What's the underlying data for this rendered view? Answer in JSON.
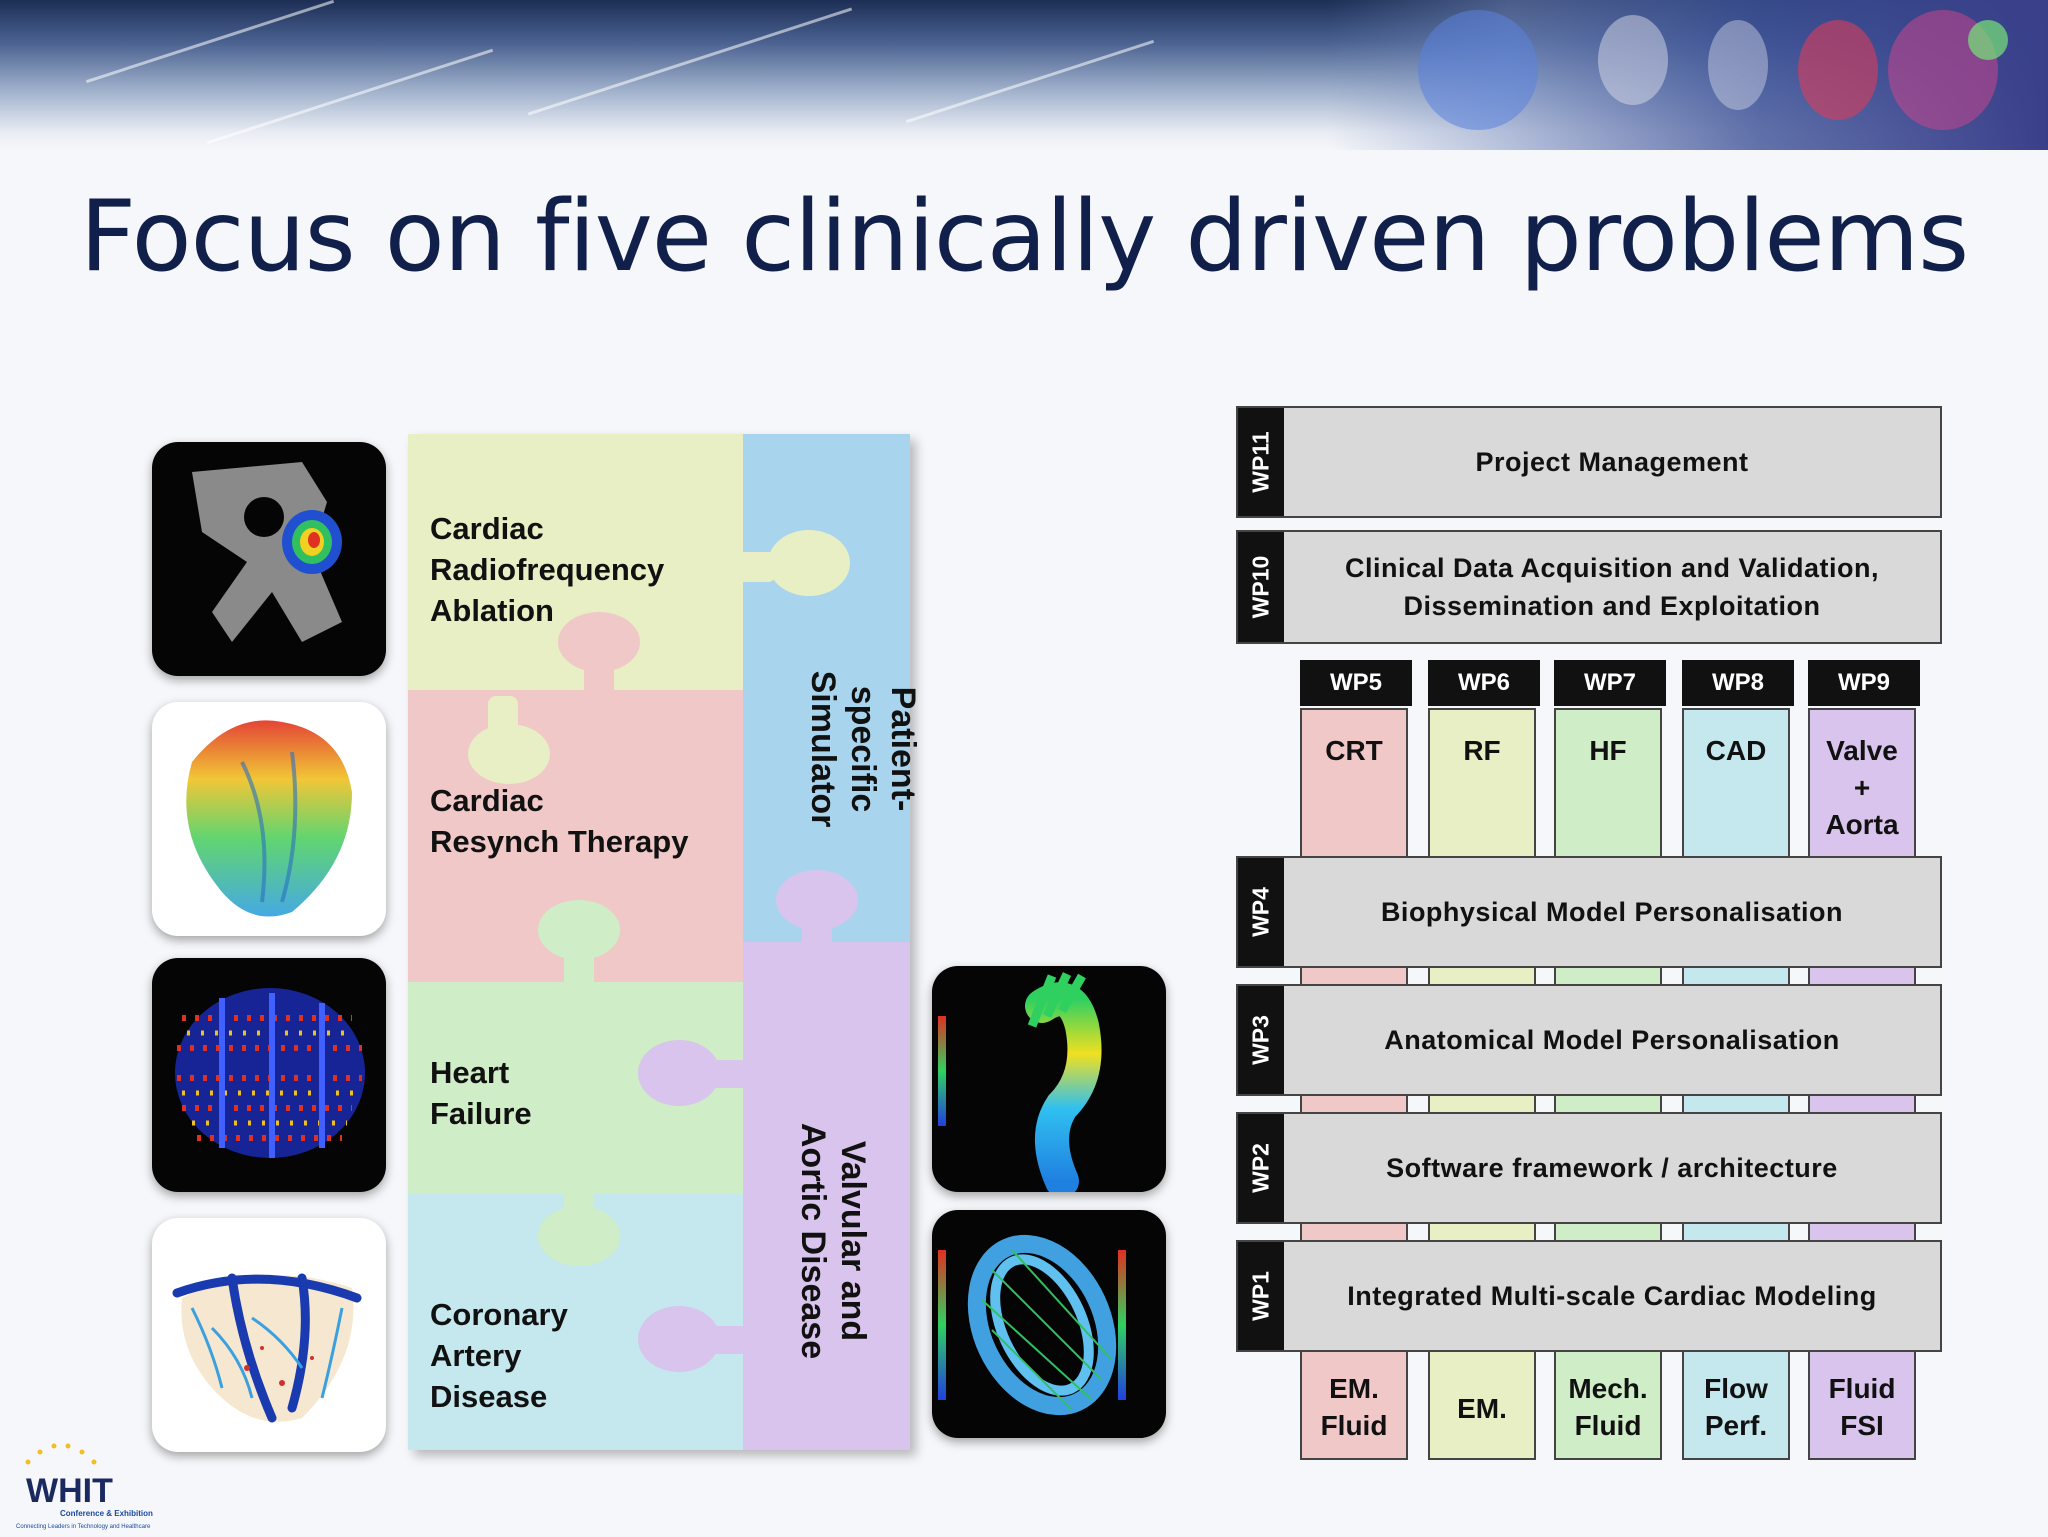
{
  "title": "Focus on five clinically driven problems",
  "colors": {
    "title": "#11204a",
    "yellow": "#e8efc4",
    "pink": "#f0c8c8",
    "green": "#cfedc6",
    "lightblue": "#c5e8ee",
    "sky": "#a9d4ee",
    "lavender": "#d8c4ec"
  },
  "puzzle": {
    "blocks": [
      {
        "label": "Cardiac\nRadiofrequency\nAblation"
      },
      {
        "label": "Cardiac\nResynch Therapy"
      },
      {
        "label": "Heart\nFailure"
      },
      {
        "label": "Coronary\nArtery\nDisease"
      }
    ],
    "side_top": "Patient-\nspecific\nSimulator",
    "side_bottom": "Valvular and\nAortic Disease"
  },
  "thumbnails": [
    {
      "icon": "ablation-map-image"
    },
    {
      "icon": "ventricle-mesh-image"
    },
    {
      "icon": "fibre-heart-image"
    },
    {
      "icon": "coronary-tree-image"
    },
    {
      "icon": "aorta-flow-image"
    },
    {
      "icon": "valve-flow-image"
    }
  ],
  "workpackages": {
    "wp11": {
      "tag": "WP11",
      "label": "Project Management"
    },
    "wp10": {
      "tag": "WP10",
      "label": "Clinical Data Acquisition and Validation,\nDissemination and Exploitation"
    },
    "wp4": {
      "tag": "WP4",
      "label": "Biophysical Model Personalisation"
    },
    "wp3": {
      "tag": "WP3",
      "label": "Anatomical Model Personalisation"
    },
    "wp2": {
      "tag": "WP2",
      "label": "Software framework / architecture"
    },
    "wp1": {
      "tag": "WP1",
      "label": "Integrated Multi-scale Cardiac Modeling"
    }
  },
  "columns": [
    {
      "tag": "WP5",
      "top": "CRT",
      "bottom": "EM.\nFluid"
    },
    {
      "tag": "WP6",
      "top": "RF",
      "bottom": "EM."
    },
    {
      "tag": "WP7",
      "top": "HF",
      "bottom": "Mech.\nFluid"
    },
    {
      "tag": "WP8",
      "top": "CAD",
      "bottom": "Flow\nPerf."
    },
    {
      "tag": "WP9",
      "top": "Valve\n+\nAorta",
      "bottom": "Fluid\nFSI"
    }
  ],
  "logo": {
    "name": "WHIT",
    "line1": "Conference & Exhibition",
    "line2": "Connecting Leaders in Technology and Healthcare"
  }
}
